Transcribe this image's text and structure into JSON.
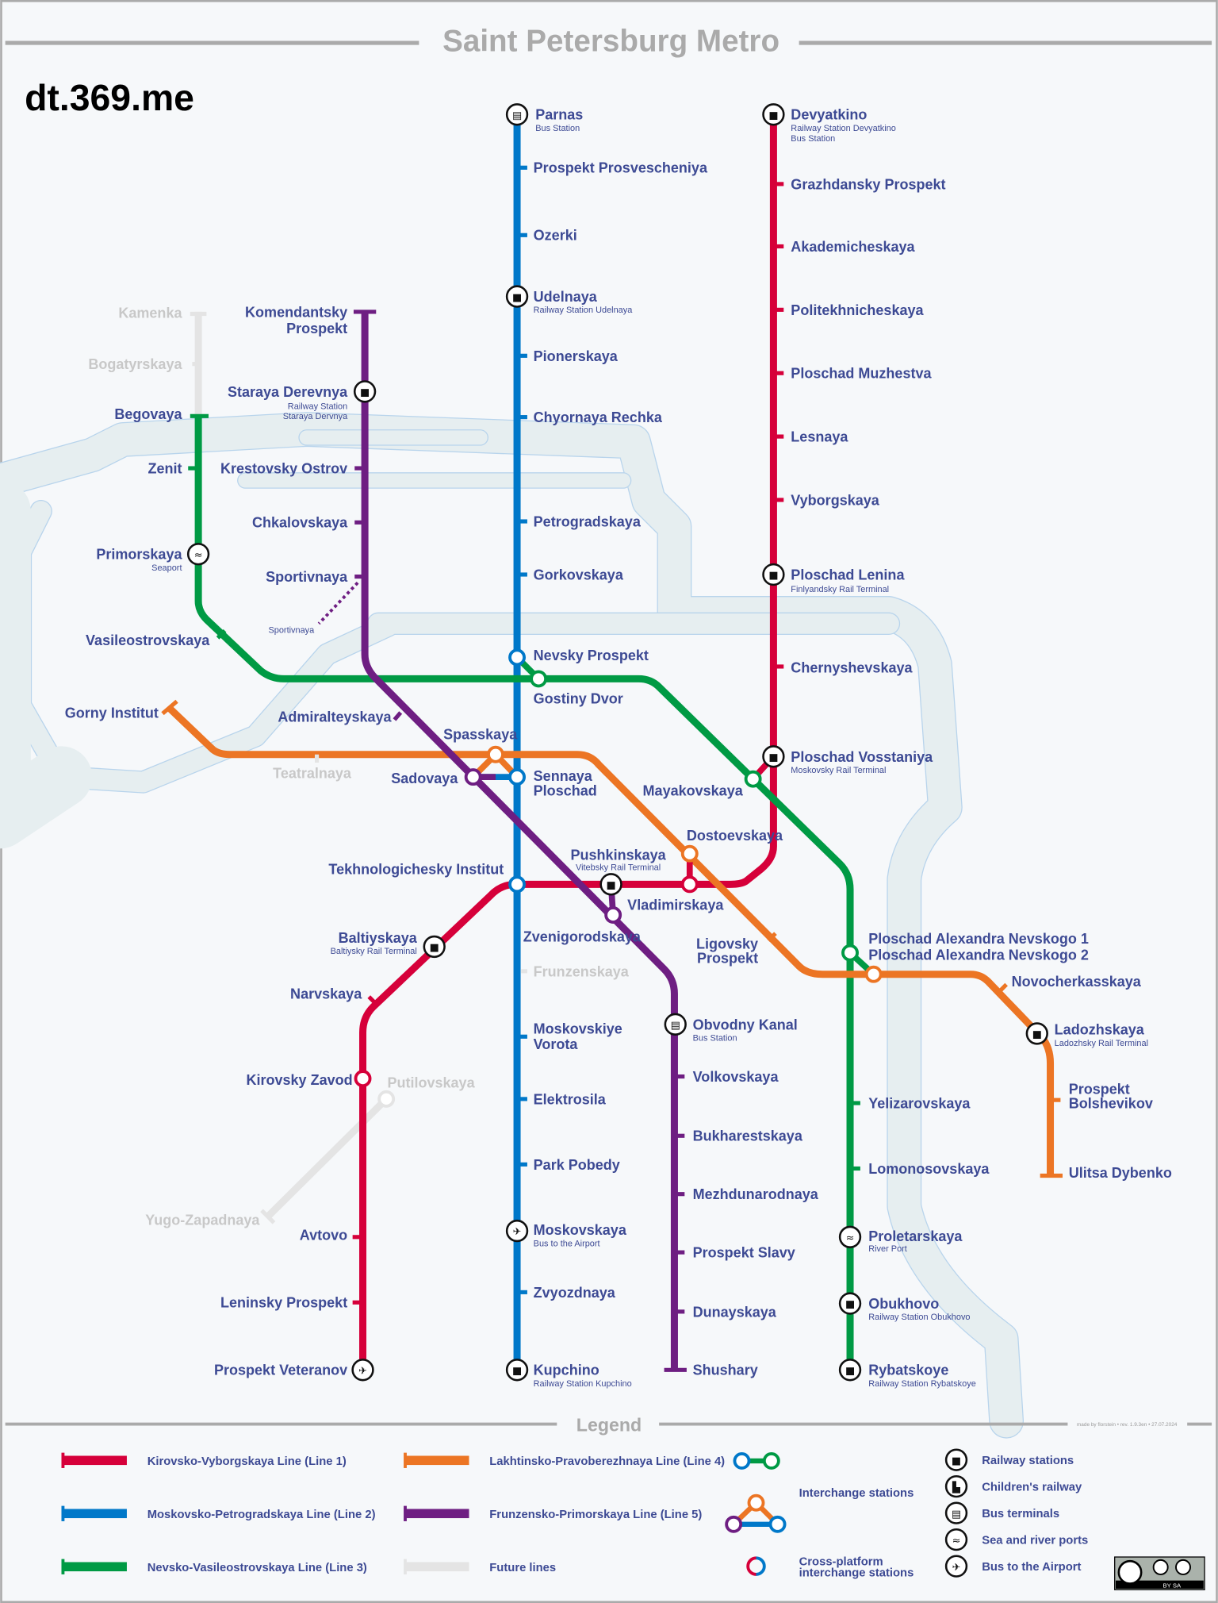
{
  "title": "Saint Petersburg Metro",
  "watermark": "dt.369.me",
  "credit": "made by florstein • rev. 1.9.3en • 27.07.2024",
  "colors": {
    "line1": "#d6003a",
    "line2": "#0078c9",
    "line3": "#009a44",
    "line4": "#ec7524",
    "line5": "#6e1e82",
    "future": "#e4e4e4",
    "text": "#3d4a94",
    "water": "#e6eef0"
  },
  "line1": [
    {
      "name": "Devyatkino",
      "sub": "Railway Station Devyatkino",
      "sub2": "Bus Station"
    },
    {
      "name": "Grazhdansky Prospekt"
    },
    {
      "name": "Akademicheskaya"
    },
    {
      "name": "Politekhnicheskaya"
    },
    {
      "name": "Ploschad Muzhestva"
    },
    {
      "name": "Lesnaya"
    },
    {
      "name": "Vyborgskaya"
    },
    {
      "name": "Ploschad Lenina",
      "sub": "Finlyandsky Rail Terminal"
    },
    {
      "name": "Chernyshevskaya"
    },
    {
      "name": "Ploschad Vosstaniya",
      "sub": "Moskovsky Rail Terminal"
    },
    {
      "name": "Vladimirskaya"
    },
    {
      "name": "Pushkinskaya",
      "sub": "Vitebsky Rail Terminal"
    },
    {
      "name": "Tekhnologichesky Institut"
    },
    {
      "name": "Baltiyskaya",
      "sub": "Baltiysky Rail Terminal"
    },
    {
      "name": "Narvskaya"
    },
    {
      "name": "Kirovsky Zavod"
    },
    {
      "name": "Avtovo"
    },
    {
      "name": "Leninsky Prospekt"
    },
    {
      "name": "Prospekt Veteranov"
    }
  ],
  "line2": [
    {
      "name": "Parnas",
      "sub": "Bus Station"
    },
    {
      "name": "Prospekt Prosvescheniya"
    },
    {
      "name": "Ozerki"
    },
    {
      "name": "Udelnaya",
      "sub": "Railway Station Udelnaya"
    },
    {
      "name": "Pionerskaya"
    },
    {
      "name": "Chyornaya Rechka"
    },
    {
      "name": "Petrogradskaya"
    },
    {
      "name": "Gorkovskaya"
    },
    {
      "name": "Nevsky Prospekt"
    },
    {
      "name": "Sennaya",
      "name2": "Ploschad"
    },
    {
      "name": "Frunzenskaya"
    },
    {
      "name": "Moskovskiye",
      "name2": "Vorota"
    },
    {
      "name": "Elektrosila"
    },
    {
      "name": "Park Pobedy"
    },
    {
      "name": "Moskovskaya",
      "sub": "Bus to the Airport"
    },
    {
      "name": "Zvyozdnaya"
    },
    {
      "name": "Kupchino",
      "sub": "Railway Station Kupchino"
    }
  ],
  "line3": [
    {
      "name": "Begovaya"
    },
    {
      "name": "Zenit"
    },
    {
      "name": "Primorskaya",
      "sub": "Seaport"
    },
    {
      "name": "Vasileostrovskaya"
    },
    {
      "name": "Gostiny Dvor"
    },
    {
      "name": "Mayakovskaya"
    },
    {
      "name": "Ploschad Alexandra Nevskogo 1"
    },
    {
      "name": "Yelizarovskaya"
    },
    {
      "name": "Lomonosovskaya"
    },
    {
      "name": "Proletarskaya",
      "sub": "River Port"
    },
    {
      "name": "Obukhovo",
      "sub": "Railway Station Obukhovo"
    },
    {
      "name": "Rybatskoye",
      "sub": "Railway Station Rybatskoye"
    }
  ],
  "line4": [
    {
      "name": "Gorny Institut"
    },
    {
      "name": "Teatralnaya"
    },
    {
      "name": "Spasskaya"
    },
    {
      "name": "Dostoevskaya"
    },
    {
      "name": "Ligovsky",
      "name2": "Prospekt"
    },
    {
      "name": "Ploschad Alexandra Nevskogo 2"
    },
    {
      "name": "Novocherkasskaya"
    },
    {
      "name": "Ladozhskaya",
      "sub": "Ladozhsky Rail Terminal"
    },
    {
      "name": "Prospekt",
      "name2": "Bolshevikov"
    },
    {
      "name": "Ulitsa Dybenko"
    }
  ],
  "line5": [
    {
      "name": "Komendantsky",
      "name2": "Prospekt"
    },
    {
      "name": "Staraya Derevnya",
      "sub": "Railway Station",
      "sub2": "Staraya Dervnya"
    },
    {
      "name": "Krestovsky Ostrov"
    },
    {
      "name": "Chkalovskaya"
    },
    {
      "name": "Sportivnaya",
      "sub": "Sportivnaya"
    },
    {
      "name": "Admiralteyskaya"
    },
    {
      "name": "Sadovaya"
    },
    {
      "name": "Zvenigorodskaya"
    },
    {
      "name": "Obvodny Kanal",
      "sub": "Bus Station"
    },
    {
      "name": "Volkovskaya"
    },
    {
      "name": "Bukharestskaya"
    },
    {
      "name": "Mezhdunarodnaya"
    },
    {
      "name": "Prospekt Slavy"
    },
    {
      "name": "Dunayskaya"
    },
    {
      "name": "Shushary"
    }
  ],
  "future": [
    {
      "name": "Kamenka"
    },
    {
      "name": "Bogatyrskaya"
    },
    {
      "name": "Putilovskaya"
    },
    {
      "name": "Yugo-Zapadnaya"
    }
  ],
  "legend": {
    "title": "Legend",
    "lines": [
      "Kirovsko-Vyborgskaya Line (Line 1)",
      "Moskovsko-Petrogradskaya Line (Line 2)",
      "Nevsko-Vasileostrovskaya Line (Line 3)",
      "Lakhtinsko-Pravoberezhnaya Line (Line 4)",
      "Frunzensko-Primorskaya Line (Line 5)",
      "Future lines"
    ],
    "interchange": "Interchange stations",
    "cross1": "Cross-platform",
    "cross2": "interchange stations",
    "icons": [
      "Railway stations",
      "Children's railway",
      "Bus terminals",
      "Sea and river ports",
      "Bus to the Airport"
    ],
    "license": "BY SA"
  }
}
